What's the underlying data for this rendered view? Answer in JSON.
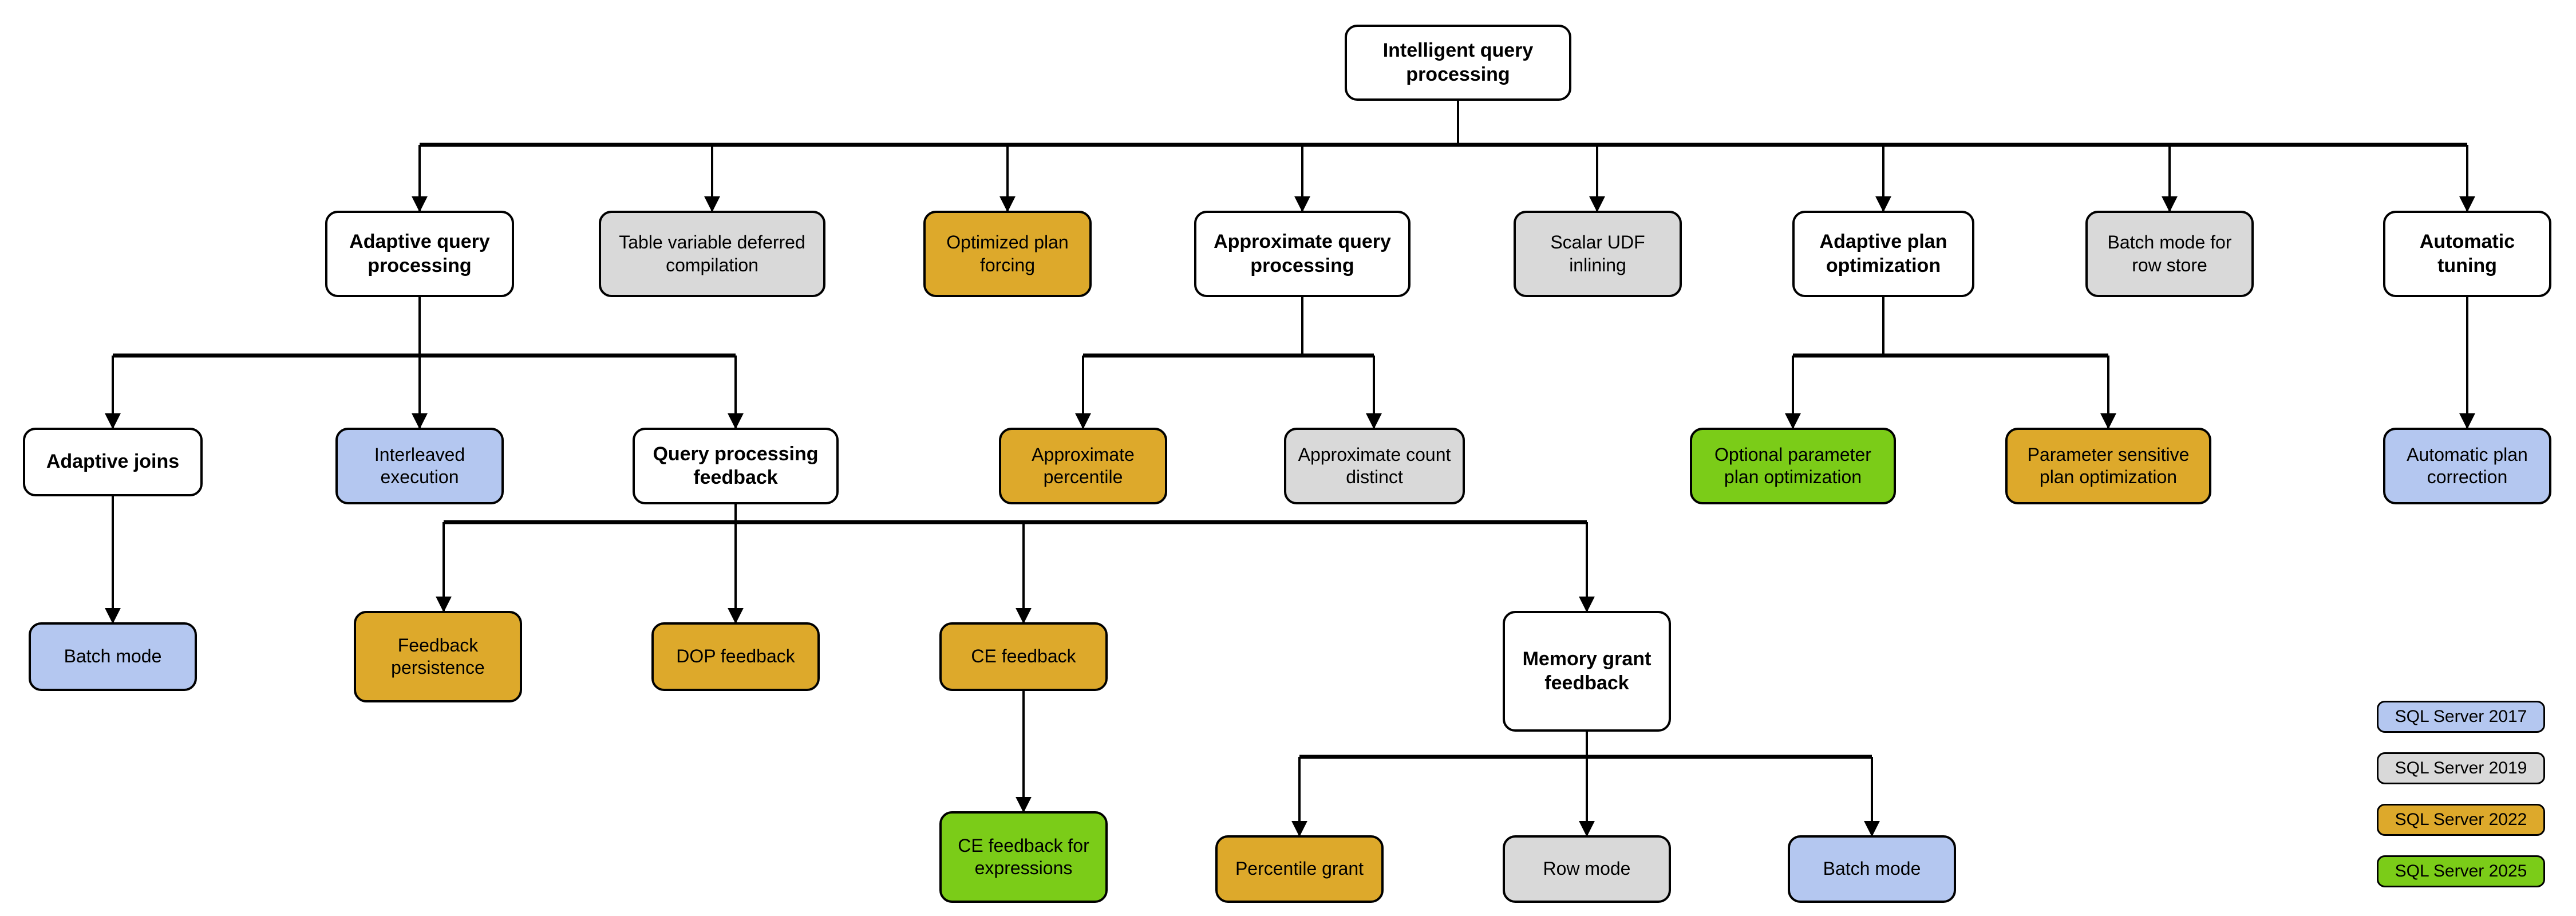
{
  "diagram": {
    "title": "Intelligent query processing",
    "root": {
      "label": "Intelligent query processing",
      "color": "white"
    },
    "level1": [
      {
        "label": "Adaptive query processing",
        "color": "white"
      },
      {
        "label": "Table variable deferred compilation",
        "color": "gray"
      },
      {
        "label": "Optimized plan forcing",
        "color": "amber"
      },
      {
        "label": "Approximate query processing",
        "color": "white"
      },
      {
        "label": "Scalar UDF inlining",
        "color": "gray"
      },
      {
        "label": "Adaptive plan optimization",
        "color": "white"
      },
      {
        "label": "Batch mode for row store",
        "color": "gray"
      },
      {
        "label": "Automatic tuning",
        "color": "white"
      }
    ],
    "level2": [
      {
        "label": "Adaptive joins",
        "color": "white"
      },
      {
        "label": "Interleaved execution",
        "color": "blue"
      },
      {
        "label": "Query processing feedback",
        "color": "white"
      },
      {
        "label": "Approximate percentile",
        "color": "amber"
      },
      {
        "label": "Approximate count distinct",
        "color": "gray"
      },
      {
        "label": "Optional parameter plan optimization",
        "color": "green"
      },
      {
        "label": "Parameter sensitive plan optimization",
        "color": "amber"
      },
      {
        "label": "Automatic plan correction",
        "color": "blue"
      }
    ],
    "level3": [
      {
        "label": "Batch mode",
        "color": "blue"
      },
      {
        "label": "Feedback persistence",
        "color": "amber"
      },
      {
        "label": "DOP feedback",
        "color": "amber"
      },
      {
        "label": "CE feedback",
        "color": "amber"
      },
      {
        "label": "Memory grant feedback",
        "color": "white"
      }
    ],
    "level4": [
      {
        "label": "CE feedback for expressions",
        "color": "green"
      },
      {
        "label": "Percentile grant",
        "color": "amber"
      },
      {
        "label": "Row mode",
        "color": "gray"
      },
      {
        "label": "Batch mode",
        "color": "blue"
      }
    ]
  },
  "legend": {
    "items": [
      {
        "label": "SQL Server 2017",
        "color": "blue",
        "hex": "#B4C7F0"
      },
      {
        "label": "SQL Server 2019",
        "color": "gray",
        "hex": "#D9D9D9"
      },
      {
        "label": "SQL Server 2022",
        "color": "amber",
        "hex": "#DDA92B"
      },
      {
        "label": "SQL Server 2025",
        "color": "green",
        "hex": "#7BCC18"
      }
    ]
  },
  "palette": {
    "white": "#FFFFFF",
    "gray": "#D9D9D9",
    "amber": "#DDA92B",
    "blue": "#B4C7F0",
    "green": "#7BCC18",
    "stroke": "#000000"
  }
}
